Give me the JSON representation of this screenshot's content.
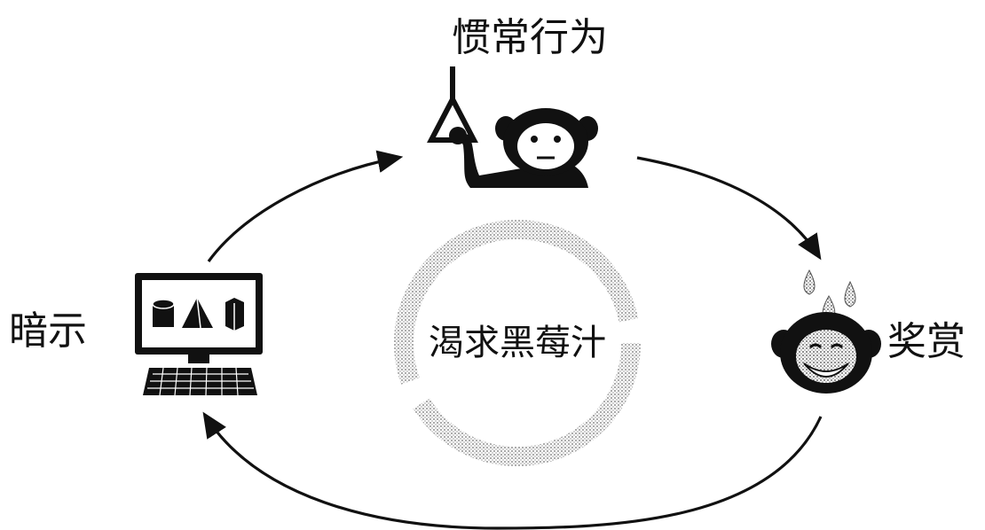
{
  "labels": {
    "habit": "惯常行为",
    "cue": "暗示",
    "reward": "奖赏",
    "craving": "渴求黑莓汁"
  },
  "icons": {
    "habit": "monkey-pulling-lever-icon",
    "cue": "computer-monitor-with-shapes-icon",
    "reward": "monkey-with-juice-drops-icon"
  },
  "colors": {
    "ink": "#111111",
    "craving_ring": "#b9b9b9",
    "craving_text": "#9a9a9a"
  }
}
